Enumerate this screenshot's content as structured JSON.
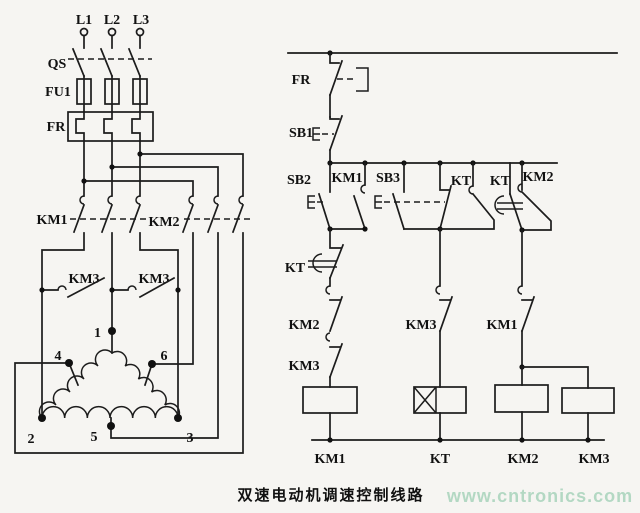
{
  "caption": "双速电动机调速控制线路",
  "watermark": "www.cntronics.com",
  "colors": {
    "line": "#1c1c1c",
    "watermark": "#b3d8c3",
    "background": "#f6f5f2"
  },
  "power": {
    "phases": {
      "l1": "L1",
      "l2": "L2",
      "l3": "L3"
    },
    "qs": "QS",
    "fu1": "FU1",
    "fr": "FR",
    "km1": "KM1",
    "km2": "KM2",
    "km3_left": "KM3",
    "km3_right": "KM3",
    "terminals": {
      "t1": "1",
      "t2": "2",
      "t3": "3",
      "t4": "4",
      "t5": "5",
      "t6": "6"
    }
  },
  "control": {
    "fr": "FR",
    "sb1": "SB1",
    "sb2": "SB2",
    "km1_aux": "KM1",
    "sb3": "SB3",
    "kt_no": "KT",
    "kt_delay_no": "KT",
    "km2_aux": "KM2",
    "kt_delay_nc": "KT",
    "km2_nc": "KM2",
    "km3_nc_a": "KM3",
    "km3_nc_b": "KM3",
    "km1_nc": "KM1",
    "coils": {
      "km1": "KM1",
      "kt": "KT",
      "km2": "KM2",
      "km3": "KM3"
    }
  }
}
